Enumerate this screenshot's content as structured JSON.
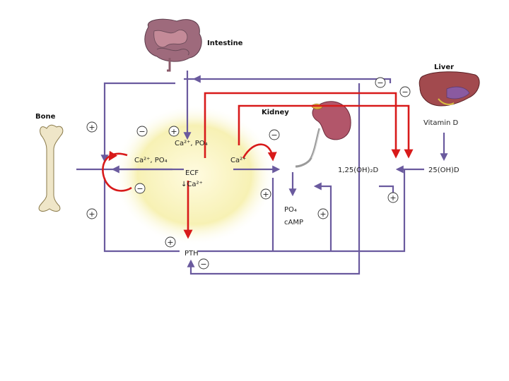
{
  "organs": {
    "intestine": "Intestine",
    "liver": "Liver",
    "kidney": "Kidney",
    "bone": "Bone"
  },
  "labels": {
    "ca_po4_top": "Ca²⁺, PO₄",
    "ca_po4_left": "Ca²⁺, PO₄",
    "ca_kidney": "Ca²⁺",
    "ecf": "ECF",
    "ecf_ca": "↓Ca²⁺",
    "pth": "PTH",
    "po4": "PO₄",
    "camp": "cAMP",
    "vitamin_d": "Vitamin D",
    "d125": "1,25(OH)₂D",
    "d25": "25(OH)D"
  },
  "signs": {
    "plus": "+",
    "minus": "−"
  },
  "colors": {
    "pathway": "#6a5a9e",
    "feedback": "#d81a1a",
    "ecf_glow": "#f5f0a8"
  }
}
